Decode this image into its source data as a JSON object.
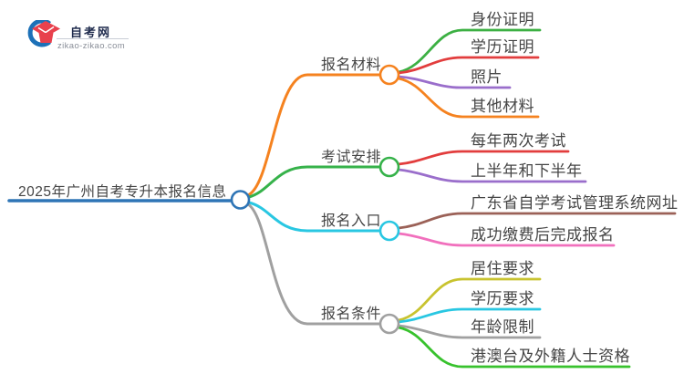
{
  "logo": {
    "title": "自考网",
    "domain": "zikao-zikao.com",
    "colors": {
      "crescent": "#1d71b8",
      "cap": "#e8414d",
      "title": "#1f2b4d",
      "domain": "#8a8f99"
    }
  },
  "mindmap": {
    "root": {
      "label": "2025年广州自考专升本报名信息",
      "color": "#2e75b6"
    },
    "branches": [
      {
        "label": "报名材料",
        "color": "#f5821f",
        "children": [
          {
            "label": "身份证明",
            "color": "#3cb043"
          },
          {
            "label": "学历证明",
            "color": "#e23d3d"
          },
          {
            "label": "照片",
            "color": "#9a6ecb"
          },
          {
            "label": "其他材料",
            "color": "#f5821f"
          }
        ]
      },
      {
        "label": "考试安排",
        "color": "#36b24a",
        "children": [
          {
            "label": "每年两次考试",
            "color": "#e23d3d"
          },
          {
            "label": "上半年和下半年",
            "color": "#9a6ecb"
          }
        ]
      },
      {
        "label": "报名入口",
        "color": "#29c7e2",
        "children": [
          {
            "label": "广东省自学考试管理系统网址",
            "color": "#9b6157"
          },
          {
            "label": "成功缴费后完成报名",
            "color": "#f170bd"
          }
        ]
      },
      {
        "label": "报名条件",
        "color": "#a0a0a0",
        "children": [
          {
            "label": "居住要求",
            "color": "#c8c32f"
          },
          {
            "label": "学历要求",
            "color": "#29c7e2"
          },
          {
            "label": "年龄限制",
            "color": "#a0a0a0"
          },
          {
            "label": "港澳台及外籍人士资格",
            "color": "#38c22d"
          }
        ]
      }
    ],
    "text_color": "#454545"
  }
}
